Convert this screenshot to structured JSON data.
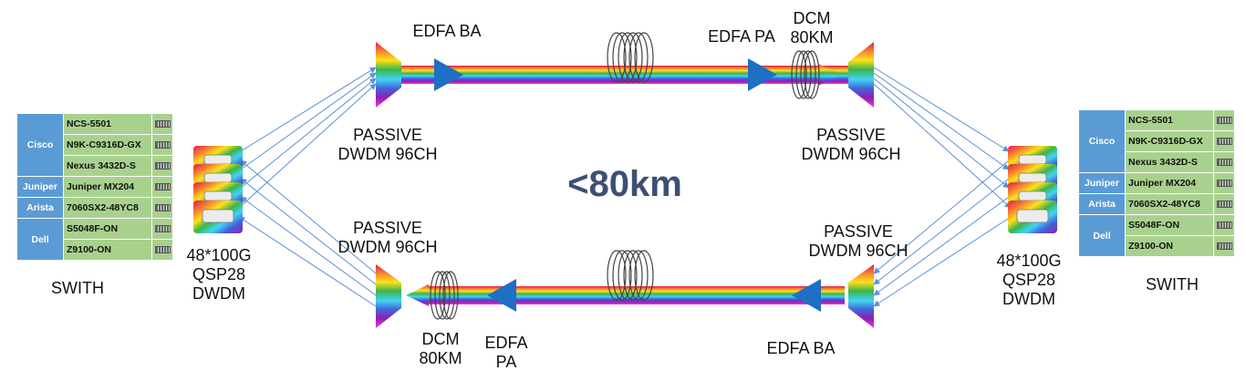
{
  "distance_label": "<80km",
  "left_switch": {
    "caption": "SWITH",
    "vendors": [
      {
        "name": "Cisco",
        "models": [
          "NCS-5501",
          "N9K-C9316D-GX",
          "Nexus 3432D-S"
        ]
      },
      {
        "name": "Juniper",
        "models": [
          "Juniper MX204"
        ]
      },
      {
        "name": "Arista",
        "models": [
          "7060SX2-48YC8"
        ]
      },
      {
        "name": "Dell",
        "models": [
          "S5048F-ON",
          "Z9100-ON"
        ]
      }
    ]
  },
  "right_switch": {
    "caption": "SWITH",
    "vendors": [
      {
        "name": "Cisco",
        "models": [
          "NCS-5501",
          "N9K-C9316D-GX",
          "Nexus 3432D-S"
        ]
      },
      {
        "name": "Juniper",
        "models": [
          "Juniper MX204"
        ]
      },
      {
        "name": "Arista",
        "models": [
          "7060SX2-48YC8"
        ]
      },
      {
        "name": "Dell",
        "models": [
          "S5048F-ON",
          "Z9100-ON"
        ]
      }
    ]
  },
  "transceivers": {
    "left": {
      "line1": "48*100G",
      "line2": "QSP28",
      "line3": "DWDM"
    },
    "right": {
      "line1": "48*100G",
      "line2": "QSP28",
      "line3": "DWDM"
    }
  },
  "top_link": {
    "amp_left": "EDFA BA",
    "amp_right": "EDFA PA",
    "dcm_line1": "DCM",
    "dcm_line2": "80KM",
    "mux_left_line1": "PASSIVE",
    "mux_left_line2": "DWDM 96CH",
    "mux_right_line1": "PASSIVE",
    "mux_right_line2": "DWDM 96CH"
  },
  "bottom_link": {
    "mux_left_line1": "PASSIVE",
    "mux_left_line2": "DWDM 96CH",
    "mux_right_line1": "PASSIVE",
    "mux_right_line2": "DWDM 96CH",
    "dcm_line1": "DCM",
    "dcm_line2": "80KM",
    "amp_left_line1": "EDFA",
    "amp_left_line2": "PA",
    "amp_right": "EDFA BA"
  },
  "colors": {
    "amplifier": "#1f6fc4",
    "fiber_arrow": "#5b8fd6",
    "vendor_cell": "#5b9bd5",
    "model_cell": "#a9d18e",
    "distance_text": "#3d4f73"
  }
}
